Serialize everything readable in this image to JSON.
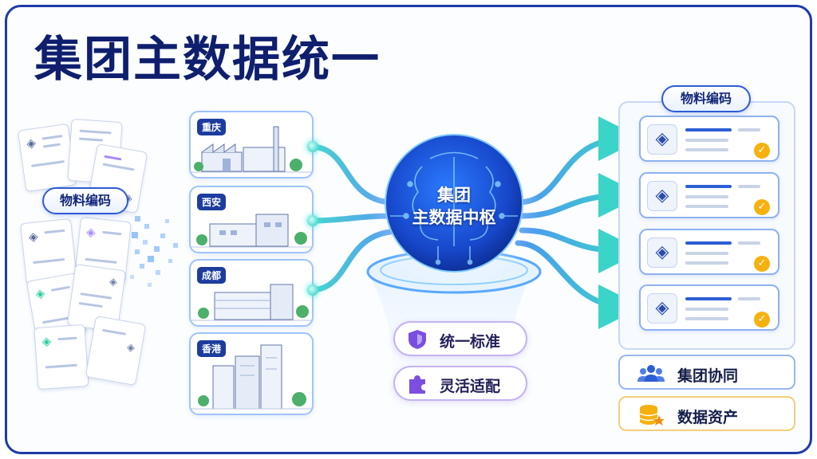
{
  "title": "集团主数据统一",
  "left_label": "物料编码",
  "sites": [
    {
      "name": "重庆"
    },
    {
      "name": "西安"
    },
    {
      "name": "成都"
    },
    {
      "name": "香港"
    }
  ],
  "hub": {
    "line1": "集团",
    "line2": "主数据中枢"
  },
  "features": [
    {
      "label": "统一标准",
      "icon": "shield-icon"
    },
    {
      "label": "灵活适配",
      "icon": "puzzle-icon"
    }
  ],
  "right_panel": {
    "title": "物料编码",
    "item_count_note": "4",
    "items": [
      {
        "icon": "cube-icon"
      },
      {
        "icon": "cube-icon"
      },
      {
        "icon": "cube-icon"
      },
      {
        "icon": "cube-icon"
      }
    ]
  },
  "outcomes": [
    {
      "label": "集团协同",
      "icon": "people-icon",
      "border": "#9ab6ee"
    },
    {
      "label": "数据资产",
      "icon": "database-star-icon",
      "border": "#f0cf78"
    }
  ],
  "colors": {
    "primary": "#1e3aa8",
    "flow": "#2ecfd0",
    "accent": "#f6b10f",
    "purple": "#7a4fe0"
  }
}
